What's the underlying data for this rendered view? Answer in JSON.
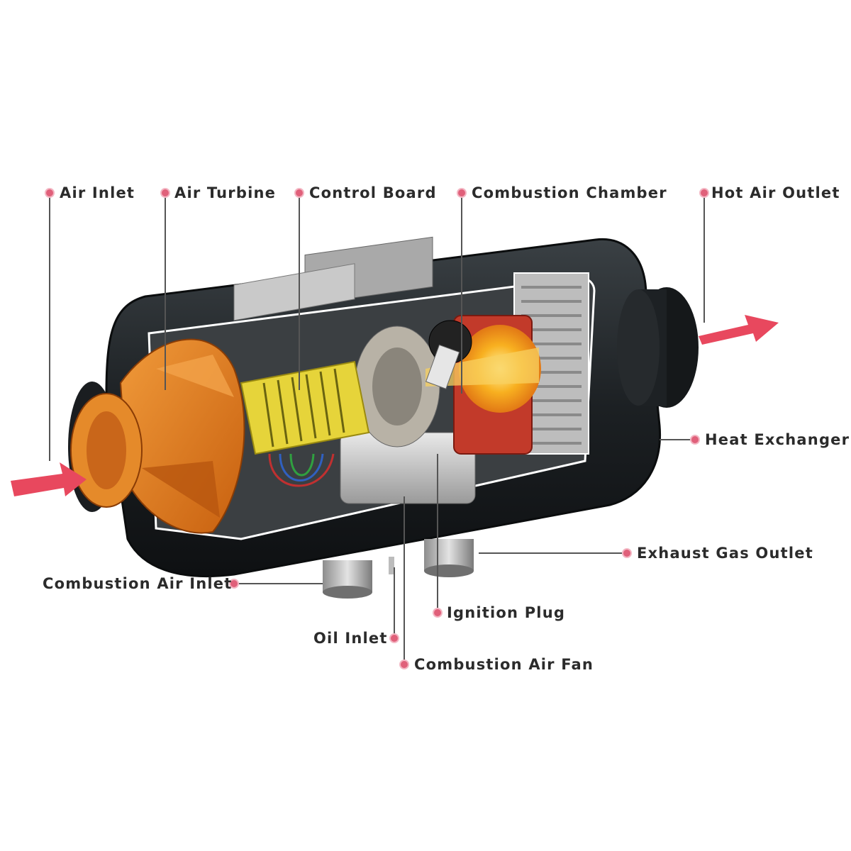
{
  "labels": {
    "air_inlet": "Air Inlet",
    "air_turbine": "Air Turbine",
    "control_board": "Control Board",
    "combustion_chamber": "Combustion Chamber",
    "hot_air_outlet": "Hot Air Outlet",
    "heat_exchanger": "Heat Exchanger",
    "exhaust_gas_outlet": "Exhaust Gas Outlet",
    "combustion_air_inlet": "Combustion Air Inlet",
    "ignition_plug": "Ignition Plug",
    "oil_inlet": "Oil Inlet",
    "combustion_air_fan": "Combustion Air Fan"
  },
  "colors": {
    "leader_line": "#555555",
    "dot": "#e0607a",
    "arrow": "#e8485e",
    "body": "#1f2326",
    "turbine": "#e07a1e",
    "board": "#e8d83a",
    "flame": "#f5a21a"
  }
}
